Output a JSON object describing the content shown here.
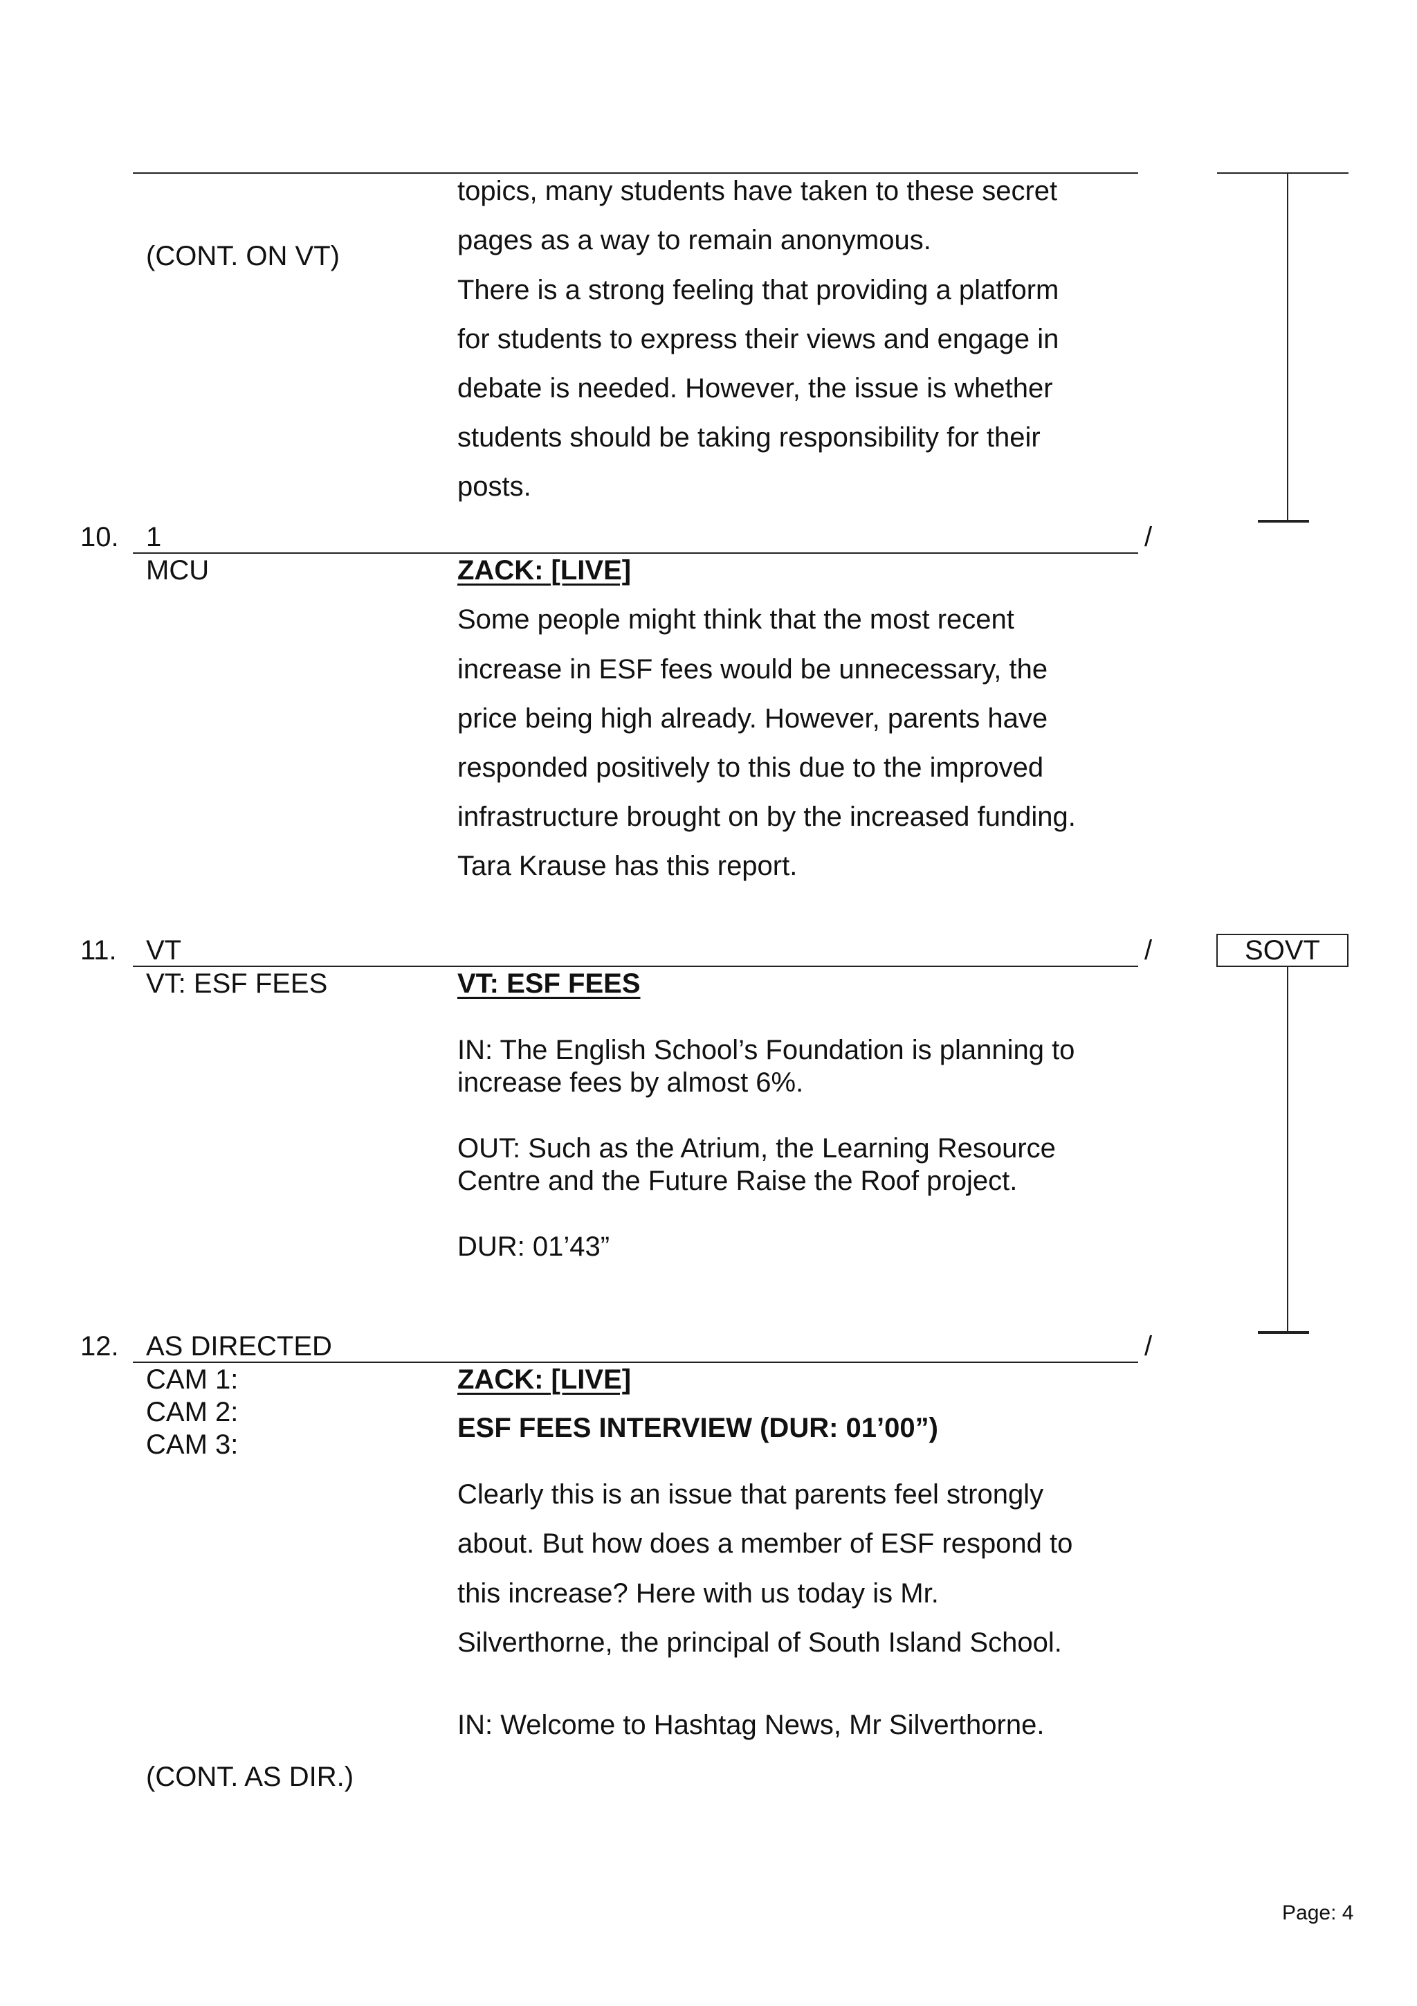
{
  "page_footer": "Page: 4",
  "top_segment": {
    "left_note": "(CONT. ON VT)",
    "lines": [
      "topics, many students have taken to these secret",
      "pages as a way to remain anonymous.",
      "There is a strong feeling that providing a platform",
      "for students to express their views and engage in",
      "debate is needed. However, the issue is whether",
      "students should be taking responsibility for their",
      "posts."
    ]
  },
  "item10": {
    "number": "10.",
    "source": "1",
    "slash": "/",
    "shot": "MCU",
    "heading": "ZACK: [LIVE]",
    "lines": [
      "Some people might think that the most recent",
      "increase in ESF fees would be unnecessary, the",
      "price being high already. However, parents have",
      "responded positively to this due to the improved",
      "infrastructure brought on by the increased funding.",
      "Tara Krause has this report."
    ]
  },
  "item11": {
    "number": "11.",
    "source": "VT",
    "slash": "/",
    "box_label": "SOVT",
    "shot": "VT: ESF FEES",
    "heading": "VT: ESF FEES",
    "in_lines": [
      "IN: The English School’s Foundation is planning to",
      "increase fees by almost 6%."
    ],
    "out_lines": [
      "OUT: Such as the Atrium, the Learning Resource",
      "Centre and the Future Raise the Roof project."
    ],
    "dur": "DUR: 01’43”"
  },
  "item12": {
    "number": "12.",
    "source": "AS DIRECTED",
    "slash": "/",
    "cams": [
      "CAM 1:",
      "CAM 2:",
      "CAM 3:"
    ],
    "heading": "ZACK: [LIVE]",
    "subheading": "ESF FEES INTERVIEW (DUR: 01’00”)",
    "lines": [
      "Clearly this is an issue that parents feel strongly",
      "about. But how does a member of ESF respond to",
      "this increase? Here with us today is Mr.",
      "Silverthorne, the principal of South Island School."
    ],
    "in_line": "IN: Welcome to Hashtag News, Mr Silverthorne.",
    "left_note": "(CONT. AS DIR.)"
  }
}
